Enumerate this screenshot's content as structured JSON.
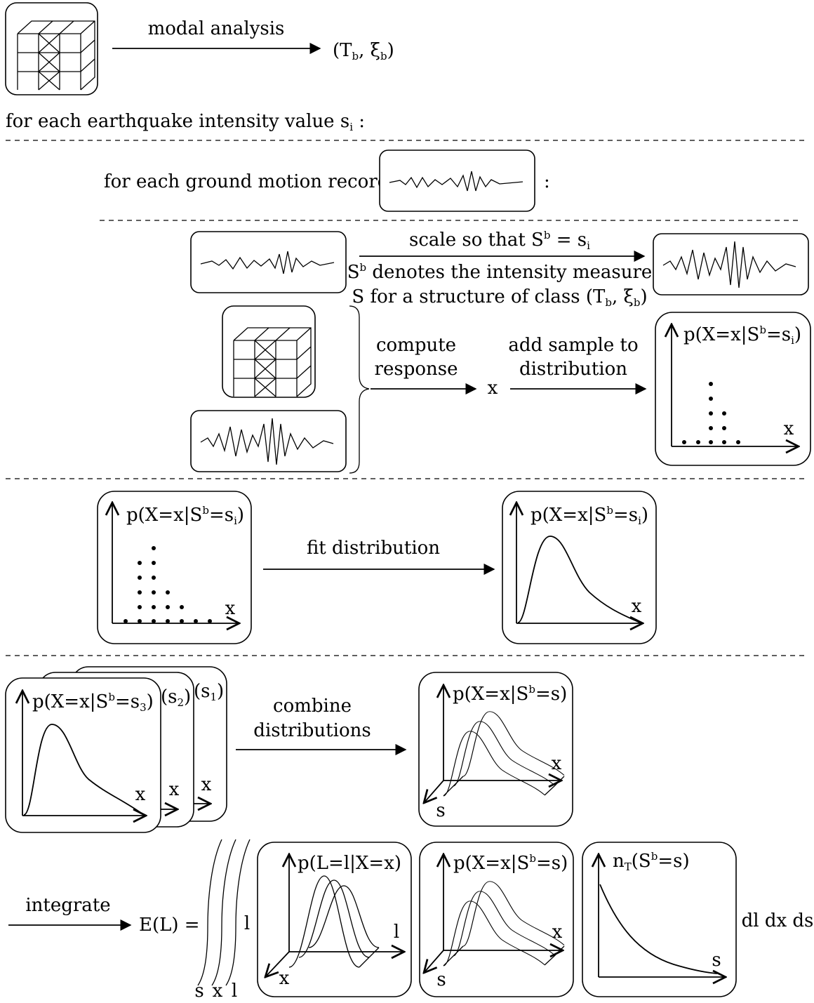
{
  "modal": {
    "label": "modal analysis",
    "result": "(T",
    "result_b1": "b",
    "result_mid": ", ξ",
    "result_b2": "b",
    "result_end": ")"
  },
  "loop_intensity": "for each earthquake intensity value s",
  "loop_intensity_sub": "i",
  "loop_intensity_end": " :",
  "loop_record": "for each ground motion record",
  "loop_record_colon": ":",
  "scale": {
    "label": "scale so that  S",
    "sup": "b",
    "eq": " = s",
    "sub": "i",
    "note1_a": "S",
    "note1_sup": "b",
    "note1_b": " denotes the intensity measure",
    "note2_a": "S for a structure of class (T",
    "note2_s1": "b",
    "note2_b": ", ξ",
    "note2_s2": "b",
    "note2_c": ")"
  },
  "compute": {
    "line1": "compute",
    "line2": "response",
    "x": "x"
  },
  "addsample": {
    "line1": "add sample to",
    "line2": "distribution"
  },
  "fit": {
    "label": "fit distribution"
  },
  "combine": {
    "line1": "combine",
    "line2": "distributions"
  },
  "integrate": {
    "label": "integrate",
    "lhs": "E(L) =",
    "tail": "dl dx ds",
    "bound_l": "l",
    "lower_s": "s",
    "lower_x": "x",
    "lower_l": "l"
  },
  "labels": {
    "pxs_a": "p(X=x|S",
    "sup_b": "b",
    "pxs_b": "=s",
    "sub_i": "i",
    "close": ")",
    "sub_1": "1",
    "sub_2": "2",
    "sub_3": "3",
    "pxs_s": "=s)",
    "pl": "p(L=l|X=x)",
    "nt_a": "n",
    "nt_sub": "T",
    "nt_b": "(S",
    "nt_c": "=s)",
    "x": "x",
    "s": "s",
    "l": "l"
  }
}
